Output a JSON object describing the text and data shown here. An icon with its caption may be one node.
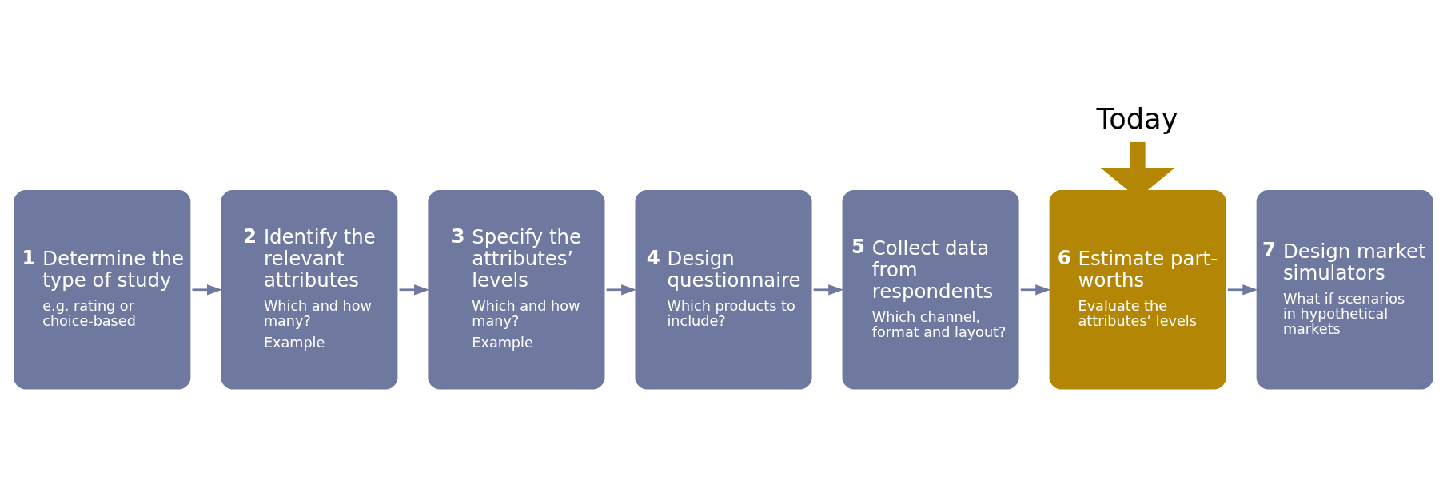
{
  "diagram": {
    "nodes": [
      {
        "text": [
          "1",
          "Determine the type of study",
          "e.g. rating or choice-based"
        ]
      },
      {
        "text": [
          "2",
          "Identify the relevant attributes",
          "Which and how many?",
          "Example"
        ]
      },
      {
        "text": [
          "3",
          "Specify the attributes’ levels",
          "Which and how many?",
          "Example"
        ]
      },
      {
        "text": [
          "4",
          "Design questionnaire",
          "Which products to include?"
        ]
      },
      {
        "text": [
          "5",
          "Collect data from respondents",
          "Which channel, format and layout?"
        ]
      },
      {
        "text": [
          "6",
          "Estimate part-worths",
          "Evaluate the attributes’ levels"
        ]
      },
      {
        "text": [
          "7",
          "Design market simulators",
          "What if scenarios in hypothetical markets"
        ]
      },
      {
        "text": [
          "Today"
        ]
      }
    ],
    "edges": [
      {
        "from": 0,
        "to": 1,
        "arrow": "to"
      },
      {
        "from": 1,
        "to": 2,
        "arrow": "to"
      },
      {
        "from": 2,
        "to": 3,
        "arrow": "to"
      },
      {
        "from": 3,
        "to": 4,
        "arrow": "to"
      },
      {
        "from": 4,
        "to": 5,
        "arrow": "to"
      },
      {
        "from": 5,
        "to": 6,
        "arrow": "to"
      },
      {
        "from": 7,
        "to": 5,
        "arrow": "to",
        "style": "thick",
        "color": "#b38705"
      }
    ]
  }
}
